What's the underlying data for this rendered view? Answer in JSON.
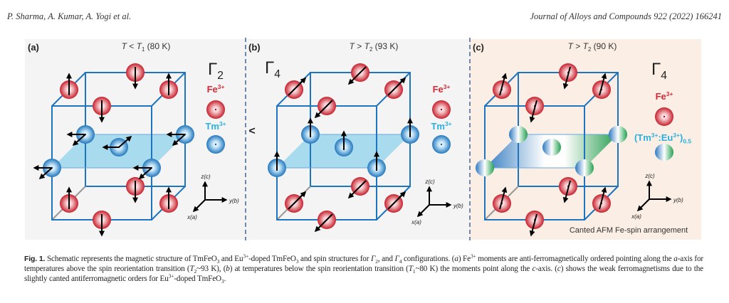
{
  "header": {
    "authors": "P. Sharma, A. Kumar, A. Yogi et al.",
    "journal": "Journal of Alloys and Compounds 922 (2022) 166241"
  },
  "figure": {
    "panels": [
      {
        "label": "(a)",
        "temp_T": "T",
        "temp_rel": " < ",
        "temp_sym": "T",
        "temp_sub": "1",
        "temp_val": " (80 K)",
        "gamma": "Γ",
        "gamma_sub": "2",
        "fe_label": "Fe",
        "fe_sup": "3+",
        "tm_label": "Tm",
        "tm_sup": "3+",
        "background": "#f4f4f4"
      },
      {
        "label": "(b)",
        "temp_T": "T",
        "temp_rel": " > ",
        "temp_sym": "T",
        "temp_sub": "2",
        "temp_val": " (93 K)",
        "gamma": "Γ",
        "gamma_sub": "4",
        "fe_label": "Fe",
        "fe_sup": "3+",
        "tm_label": "Tm",
        "tm_sup": "3+",
        "background": "#f4f4f4"
      },
      {
        "label": "(c)",
        "temp_T": "T",
        "temp_rel": " > ",
        "temp_sym": "T",
        "temp_sub": "2",
        "temp_val": " (90 K)",
        "gamma": "Γ",
        "gamma_sub": "4",
        "fe_label": "Fe",
        "fe_sup": "3+",
        "mix_label": "(Tm",
        "mix_sup1": "3+",
        "mix_mid": ":Eu",
        "mix_sup2": "3+",
        "mix_end": ")",
        "mix_sub": "0.5",
        "note": "Canted AFM Fe-spin arrangement",
        "background": "#fbeee4"
      }
    ],
    "comparison": "<",
    "axes": {
      "z": "z(c)",
      "y": "y(b)",
      "x": "x(a)"
    },
    "colors": {
      "fe": "#d42a36",
      "tm": "#2b86c8",
      "eu": "#23a050",
      "cube": "#1f74c0",
      "divider": "#4a6fa0",
      "plane": "#8fd3ec"
    }
  },
  "caption": [
    {
      "t": "Fig. 1.",
      "s": "b"
    },
    {
      "t": " Schematic represents the magnetic structure of TmFeO"
    },
    {
      "t": "3",
      "s": "sub"
    },
    {
      "t": " and Eu"
    },
    {
      "t": "3+",
      "s": "sup"
    },
    {
      "t": "-doped TmFeO"
    },
    {
      "t": "3",
      "s": "sub"
    },
    {
      "t": " and spin structures for "
    },
    {
      "t": "Γ",
      "s": "i"
    },
    {
      "t": "2",
      "s": "sub"
    },
    {
      "t": ", and "
    },
    {
      "t": "Γ",
      "s": "i"
    },
    {
      "t": "4",
      "s": "sub"
    },
    {
      "t": " configurations. ("
    },
    {
      "t": "a",
      "s": "i"
    },
    {
      "t": ") Fe"
    },
    {
      "t": "3+",
      "s": "sup"
    },
    {
      "t": " moments are anti-ferromagnetically ordered pointing along the "
    },
    {
      "t": "a",
      "s": "i"
    },
    {
      "t": "-axis for temperatures above the spin reorientation transition ("
    },
    {
      "t": "T",
      "s": "i"
    },
    {
      "t": "2",
      "s": "sub"
    },
    {
      "t": "~93 K), ("
    },
    {
      "t": "b",
      "s": "i"
    },
    {
      "t": ") at temperatures below the spin reorientation transition ("
    },
    {
      "t": "T",
      "s": "i"
    },
    {
      "t": "1",
      "s": "sub"
    },
    {
      "t": "~80 K) the moments point along the "
    },
    {
      "t": "c",
      "s": "i"
    },
    {
      "t": "-axis. ("
    },
    {
      "t": "c",
      "s": "i"
    },
    {
      "t": ") shows the weak ferromagnetisms due to the slightly canted antiferromagnetic orders for Eu"
    },
    {
      "t": "3+",
      "s": "sup"
    },
    {
      "t": "-doped TmFeO"
    },
    {
      "t": "3",
      "s": "sub"
    },
    {
      "t": "."
    }
  ]
}
